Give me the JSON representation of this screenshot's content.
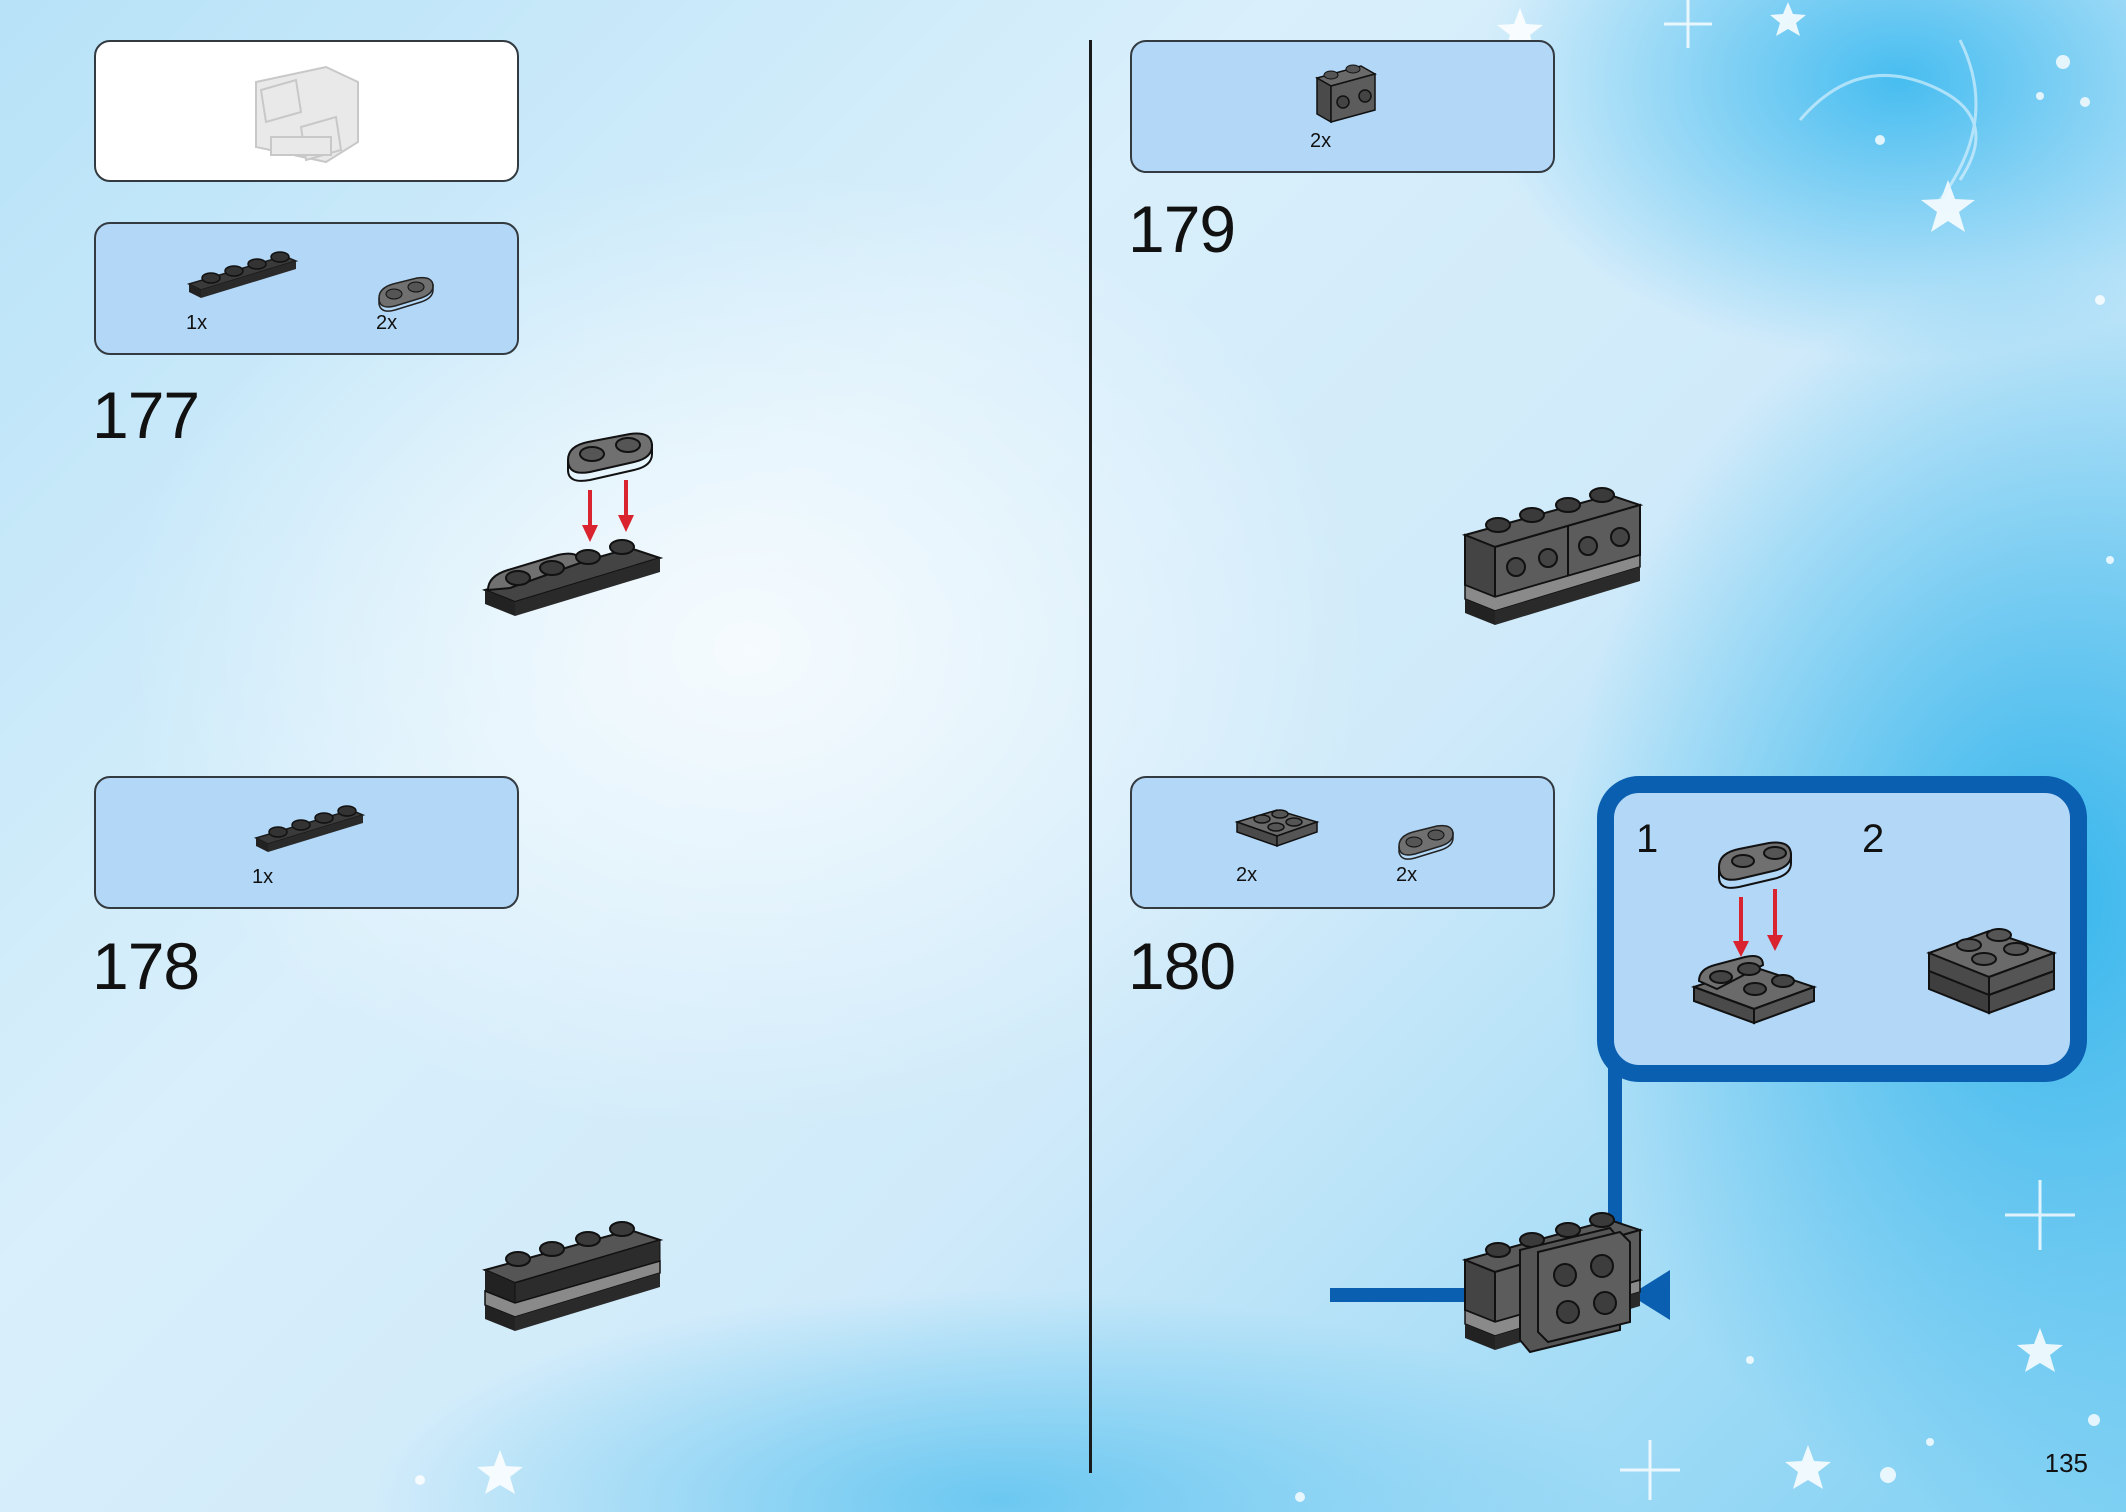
{
  "page": {
    "number": "135"
  },
  "steps": [
    {
      "number": "177",
      "parts": [
        {
          "qty": "1x",
          "part": "black-plate-1x4"
        },
        {
          "qty": "2x",
          "part": "dark-grey-plate-1x2-rounded"
        }
      ]
    },
    {
      "number": "178",
      "parts": [
        {
          "qty": "1x",
          "part": "black-plate-1x4"
        }
      ]
    },
    {
      "number": "179",
      "parts": [
        {
          "qty": "2x",
          "part": "dark-grey-brick-1x2-studs-side"
        }
      ]
    },
    {
      "number": "180",
      "parts": [
        {
          "qty": "2x",
          "part": "dark-grey-plate-2x2"
        },
        {
          "qty": "2x",
          "part": "dark-grey-plate-1x2-rounded"
        }
      ]
    }
  ],
  "callout": {
    "substeps": [
      {
        "number": "1"
      },
      {
        "number": "2"
      }
    ]
  },
  "colors": {
    "panel": "#b3d7f7",
    "callout_border": "#0a5fb0",
    "arrow_red": "#d9232e",
    "brick_black": "#2b2b2b",
    "brick_dark_grey": "#6b6b6b"
  },
  "icons": [
    "star-icon",
    "sparkle-icon",
    "red-arrow-down-icon",
    "blue-arrow-icon"
  ]
}
